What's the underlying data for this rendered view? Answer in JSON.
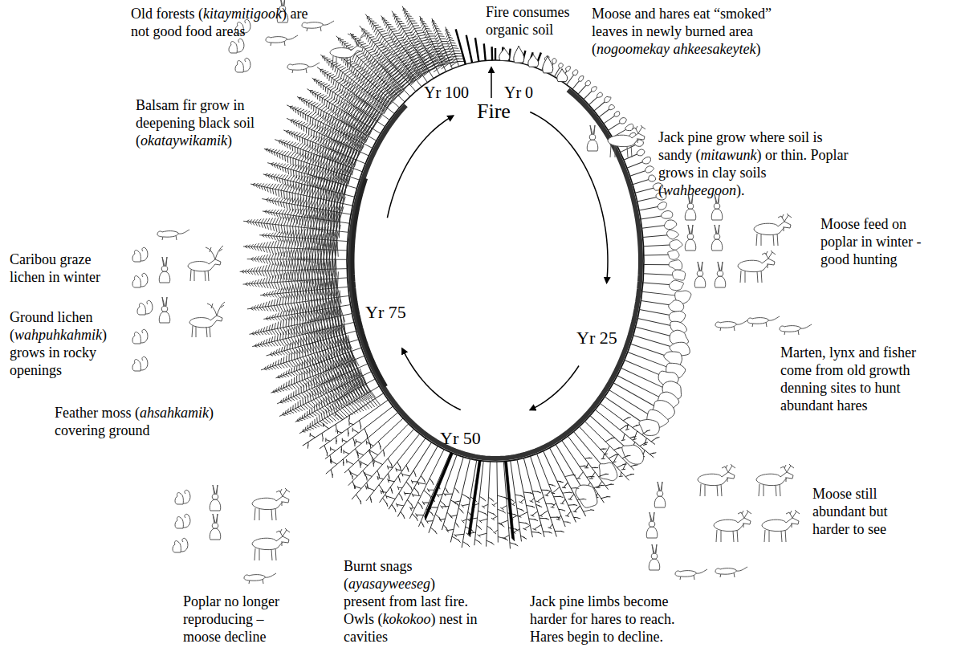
{
  "diagram": {
    "labels": [
      "Old forests (kitaymitigook) are not good food areas",
      "Fire consumes organic soil",
      "Moose and hares eat “smoked” leaves in newly burned area (nogoomekay ahkeesakeytek)",
      "Yr 100",
      "Yr 0",
      "Fire",
      "Balsam fir grow in deepening black soil (okataywikamik)",
      "Jack pine grow where soil is sandy (mitawunk) or thin. Poplar grows in clay soils (wahbeegoon).",
      "Moose feed on poplar in winter - good hunting",
      "Caribou graze lichen in winter",
      "Yr 75",
      "Ground lichen (wahpuhkahmik) grows in rocky openings",
      "Yr 25",
      "Marten, lynx and fisher come from old growth denning sites to hunt abundant hares",
      "Feather moss (ahsahkamik) covering ground",
      "Yr 50",
      "Moose still abundant but harder to see",
      "Burnt snags (ayasayweeseg) present from last fire. Owls (kokokoo) nest in cavities",
      "Poplar no longer reproducing – moose decline",
      "Jack pine limbs become harder for hares to reach. Hares begin to decline."
    ]
  }
}
